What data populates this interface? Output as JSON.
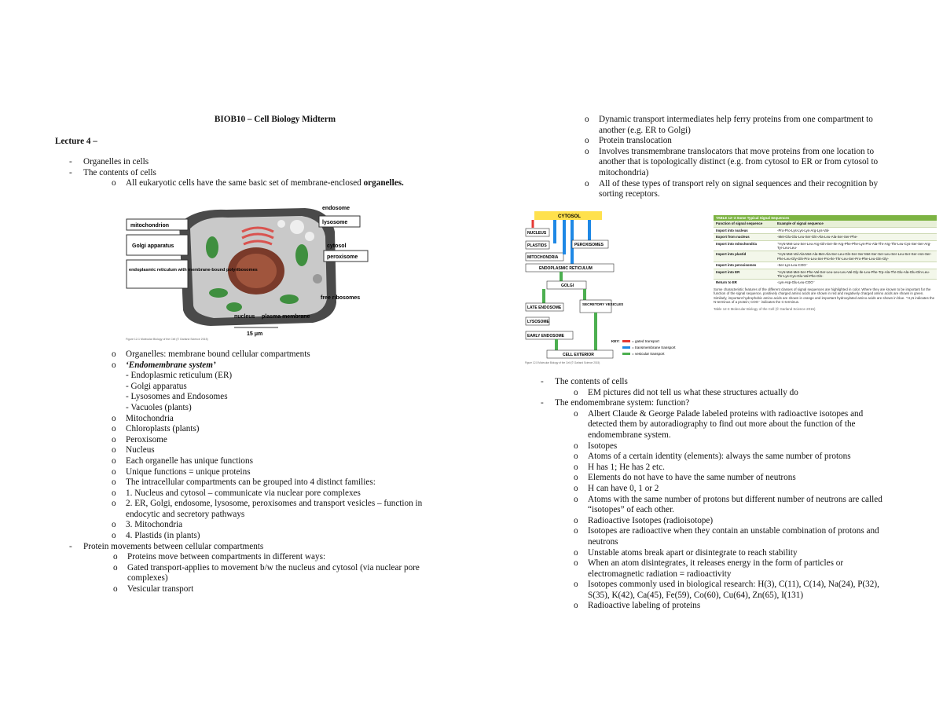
{
  "title": "BIOB10 – Cell Biology Midterm",
  "lecture": "Lecture 4 –",
  "left": {
    "top_items": [
      "Organelles in cells",
      "The contents of cells"
    ],
    "o_items_1": [
      {
        "text": "All eukaryotic cells have the same basic set of membrane-enclosed ",
        "bold": "organelles."
      }
    ],
    "figure_labels": {
      "mitochondrion": "mitochondrion",
      "golgi": "Golgi apparatus",
      "er": "endoplasmic reticulum with membrane-bound polyribosomes",
      "endosome": "endosome",
      "lysosome": "lysosome",
      "cytosol": "cytosol",
      "peroxisome": "peroxisome",
      "free_ribosomes": "free ribosomes",
      "nucleus": "nucleus",
      "plasma_membrane": "plasma membrane",
      "scale": "15 μm",
      "caption": "Figure 12-1 Molecular Biology of the Cell (© Garland Science 2015)"
    },
    "o_items_2": [
      "Organelles: membrane bound cellular compartments",
      "‘Endomembrane system’"
    ],
    "endo_sub": [
      "- Endoplasmic reticulum (ER)",
      "- Golgi apparatus",
      "- Lysosomes and Endosomes",
      "- Vacuoles (plants)"
    ],
    "o_items_3": [
      "Mitochondria",
      "Chloroplasts (plants)",
      "Peroxisome",
      "Nucleus",
      "Each organelle has unique functions",
      "Unique functions = unique proteins",
      "The intracellular compartments can be grouped into 4 distinct families:",
      "1. Nucleus and cytosol – communicate via nuclear pore complexes",
      "2. ER, Golgi, endosome, lysosome, peroxisomes and transport vesicles – function in endocytic and secretory pathways",
      "3. Mitochondria",
      "4. Plastids (in plants)"
    ],
    "protein_head": "Protein movements between cellular compartments",
    "o_items_4": [
      "Proteins move between compartments in different ways:",
      "Gated transport-applies to movement b/w the nucleus and cytosol (via nuclear pore complexes)",
      "Vesicular transport"
    ]
  },
  "right": {
    "o_items_1": [
      "Dynamic transport intermediates help ferry proteins from one compartment to another (e.g. ER to Golgi)",
      "Protein translocation",
      "Involves transmembrane translocators that move proteins from one location to another that is topologically distinct (e.g. from cytosol to ER or from cytosol to mitochondria)",
      "All of these types of transport rely on signal sequences and their recognition by sorting receptors."
    ],
    "flow": {
      "cytosol": "CYTOSOL",
      "nucleus": "NUCLEUS",
      "plastids": "PLASTIDS",
      "mitochondria": "MITOCHONDRIA",
      "peroxisomes": "PEROXISOMES",
      "er": "ENDOPLASMIC RETICULUM",
      "golgi": "GOLGI",
      "late_endosome": "LATE ENDOSOME",
      "lysosome": "LYSOSOME",
      "secretory": "SECRETORY VESICLES",
      "early_endosome": "EARLY ENDOSOME",
      "cell_exterior": "CELL EXTERIOR",
      "key": "KEY:",
      "gated": "= gated transport",
      "transmembrane": "= transmembrane transport",
      "vesicular": "= vesicular transport",
      "caption": "Figure 12-5 Molecular Biology of the Cell (© Garland Science 2015)"
    },
    "table": {
      "title": "TABLE 12–3  Some Typical Signal Sequences",
      "col1": "Function of signal sequence",
      "col2": "Example of signal sequence",
      "rows": [
        {
          "f": "Import into nucleus",
          "s": "-Pro-Pro-Lys-Lys-Lys-Arg-Lys-Val-"
        },
        {
          "f": "Export from nucleus",
          "s": "-Met-Glu-Glu-Leu-Ser-Gln-Ala-Leu-Ala-Ser-Ser-Phe-"
        },
        {
          "f": "Import into mitochondria",
          "s": "⁺H₃N-Met-Leu-Ser-Leu-Arg-Gln-Ser-Ile-Arg-Phe-Phe-Lys-Pro-Ala-Thr-Arg-Thr-Leu-Cys-Ser-Ser-Arg-Tyr-Leu-Leu-"
        },
        {
          "f": "Import into plastid",
          "s": "⁺H₃N-Met-Val-Ala-Met-Ala-Met-Ala-Ser-Leu-Gln-Ser-Ser-Met-Ser-Ser-Leu-Ser-Leu-Ser-Ser-Asn-Ser-Phe-Leu-Gly-Gln-Pro-Leu-Ser-Pro-Ile-Thr-Leu-Ser-Pro-Phe-Leu-Gln-Gly-"
        },
        {
          "f": "Import into peroxisomes",
          "s": "-Ser-Lys-Leu-COO⁻"
        },
        {
          "f": "Import into ER",
          "s": "⁺H₃N-Met-Met-Ser-Phe-Val-Ser-Leu-Leu-Leu-Val-Gly-Ile-Leu-Phe-Trp-Ala-Thr-Glu-Ala-Glu-Gln-Leu-Thr-Lys-Cys-Glu-Val-Phe-Gln-"
        },
        {
          "f": "Return to ER",
          "s": "-Lys-Asp-Glu-Leu-COO⁻"
        }
      ],
      "footnote": "Some characteristic features of the different classes of signal sequences are highlighted in color. Where they are known to be important for the function of the signal sequence, positively charged amino acids are shown in red and negatively charged amino acids are shown in green. Similarly, important hydrophobic amino acids are shown in orange and important hydroxylated amino acids are shown in blue. ⁺H₃N indicates the N-terminus of a protein; COO⁻ indicates the C-terminus.",
      "caption": "Table 12-3 Molecular Biology of the Cell (© Garland Science 2015)"
    },
    "dash_1": "The contents of cells",
    "o_items_2": [
      "EM pictures did not tell us what these structures actually do"
    ],
    "dash_2": "The endomembrane system: function?",
    "o_items_3": [
      "Albert Claude & George Palade labeled proteins with radioactive isotopes and detected them by autoradiography to find out more about the function of the endomembrane system.",
      "Isotopes",
      "Atoms of a certain identity (elements): always the same number of protons",
      "H has 1; He has 2 etc.",
      "Elements do not have to have the same number of neutrons",
      "H can have 0, 1 or 2",
      "Atoms with the same number of protons but different number of neutrons are called “isotopes” of each other.",
      "Radioactive Isotopes (radioisotope)",
      "Isotopes are radioactive when they contain an unstable combination of protons and neutrons",
      "Unstable atoms break apart or disintegrate to reach stability",
      "When an atom disintegrates, it releases energy in the form of particles or electromagnetic radiation = radioactivity",
      "Isotopes commonly used in biological research: H(3), C(11), C(14), Na(24), P(32), S(35), K(42), Ca(45), Fe(59), Co(60), Cu(64), Zn(65), I(131)",
      "Radioactive labeling of proteins"
    ]
  },
  "bullet_dash": "-",
  "bullet_o": "o"
}
